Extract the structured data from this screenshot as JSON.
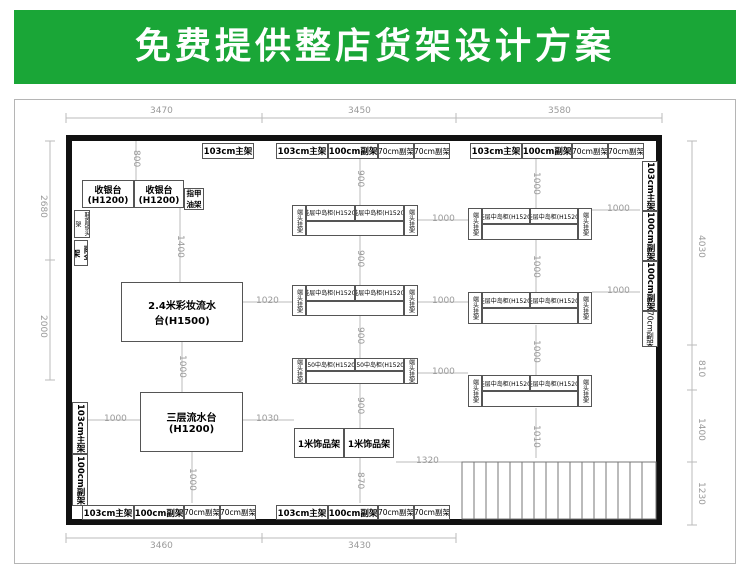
{
  "title": "免费提供整店货架设计方案",
  "dimensions": {
    "top_a": "3470",
    "top_b": "3450",
    "top_c": "3580",
    "bottom_a": "3460",
    "bottom_b": "3430",
    "left_a": "2680",
    "left_b": "2000",
    "right_a": "4030",
    "right_b": "810",
    "right_c": "1400",
    "right_d": "1230",
    "gap_800": "800",
    "gap_1400": "1400",
    "gap_1000_mid": "1000",
    "gap_1020": "1020",
    "gap_1000_left": "1000",
    "gap_1030": "1030",
    "gap_1000_low": "1000",
    "v900_a": "900",
    "v900_b": "900",
    "v900_c": "900",
    "v870": "870",
    "h1000_a": "1000",
    "h1000_b": "1000",
    "h1000_c": "1000",
    "rv1000_a": "1000",
    "rv1000_b": "1000",
    "rv1000_c": "1000",
    "rv1010": "1010",
    "h1000_r1": "1000",
    "h1000_r2": "1000",
    "h1320": "1320"
  },
  "labels": {
    "main_103": "103cm主架",
    "side_100": "100cm副架",
    "side_70": "70cm副架",
    "cashier": "收银台",
    "cashier_h": "(H1200)",
    "nail": "指甲油架",
    "shoe": "鞋面锁头架",
    "umbrella": "雨伞架",
    "makeup_1": "2.4米彩妆流水",
    "makeup_2": "台(H1500)",
    "flow_1": "三层流水台",
    "flow_2": "(H1200)",
    "accessory": "1米饰品架",
    "gondola_half": "挂层中岛柜(H1520)",
    "gondola_450": "450中岛柜(H1520)",
    "gondola_end": "端头挂架"
  }
}
